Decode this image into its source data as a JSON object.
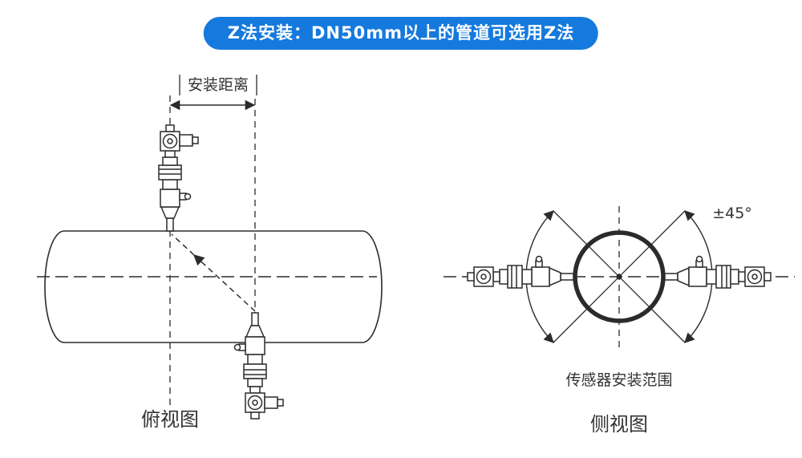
{
  "banner": {
    "label": "Z法安装：DN50mm以上的管道可选用Z法"
  },
  "top_view": {
    "distance_label": "安装距离",
    "caption": "俯视图"
  },
  "side_view": {
    "angle_label": "±45°",
    "range_label": "传感器安装范围",
    "caption": "侧视图"
  },
  "colors": {
    "banner-bg": "#1679dd",
    "banner-text": "#ffffff",
    "line": "#2b2b2b",
    "page-bg": "#ffffff"
  }
}
